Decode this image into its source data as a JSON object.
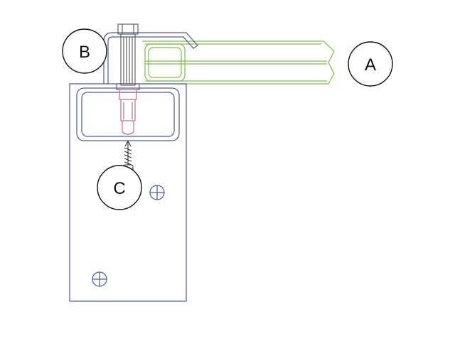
{
  "callouts": {
    "a": {
      "label": "A"
    },
    "b": {
      "label": "B"
    },
    "c": {
      "label": "C"
    }
  },
  "colors": {
    "plate": "#4a5a9a",
    "green_bar": "#7cc04a",
    "bolt": "#555555",
    "nut_highlight": "#c06080",
    "circle": "#111111",
    "background": "#ffffff"
  }
}
